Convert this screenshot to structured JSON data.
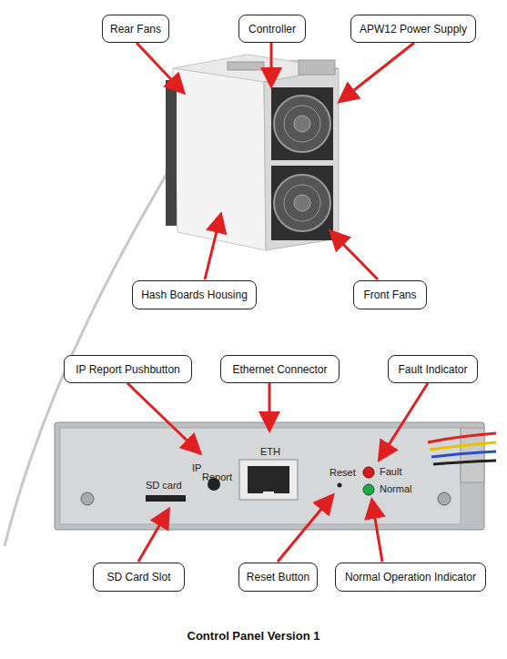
{
  "diagram": {
    "caption": "Control Panel Version 1",
    "nodes": [
      {
        "text": [
          "Rear Fans"
        ]
      },
      {
        "text": [
          "Controller"
        ]
      },
      {
        "text": [
          "APW12 Power Supply"
        ]
      },
      {
        "text": [
          "Hash Boards Housing"
        ]
      },
      {
        "text": [
          "Front Fans"
        ]
      },
      {
        "text": [
          "IP Report Pushbutton"
        ]
      },
      {
        "text": [
          "Ethernet Connector"
        ]
      },
      {
        "text": [
          "Fault Indicator"
        ]
      },
      {
        "text": [
          "SD Card Slot"
        ]
      },
      {
        "text": [
          "Reset Button"
        ]
      },
      {
        "text": [
          "Normal Operation Indicator"
        ]
      }
    ],
    "labels": [
      "SD card",
      "IP",
      "Report",
      "ETH",
      "Reset",
      "Fault",
      "Normal"
    ]
  }
}
